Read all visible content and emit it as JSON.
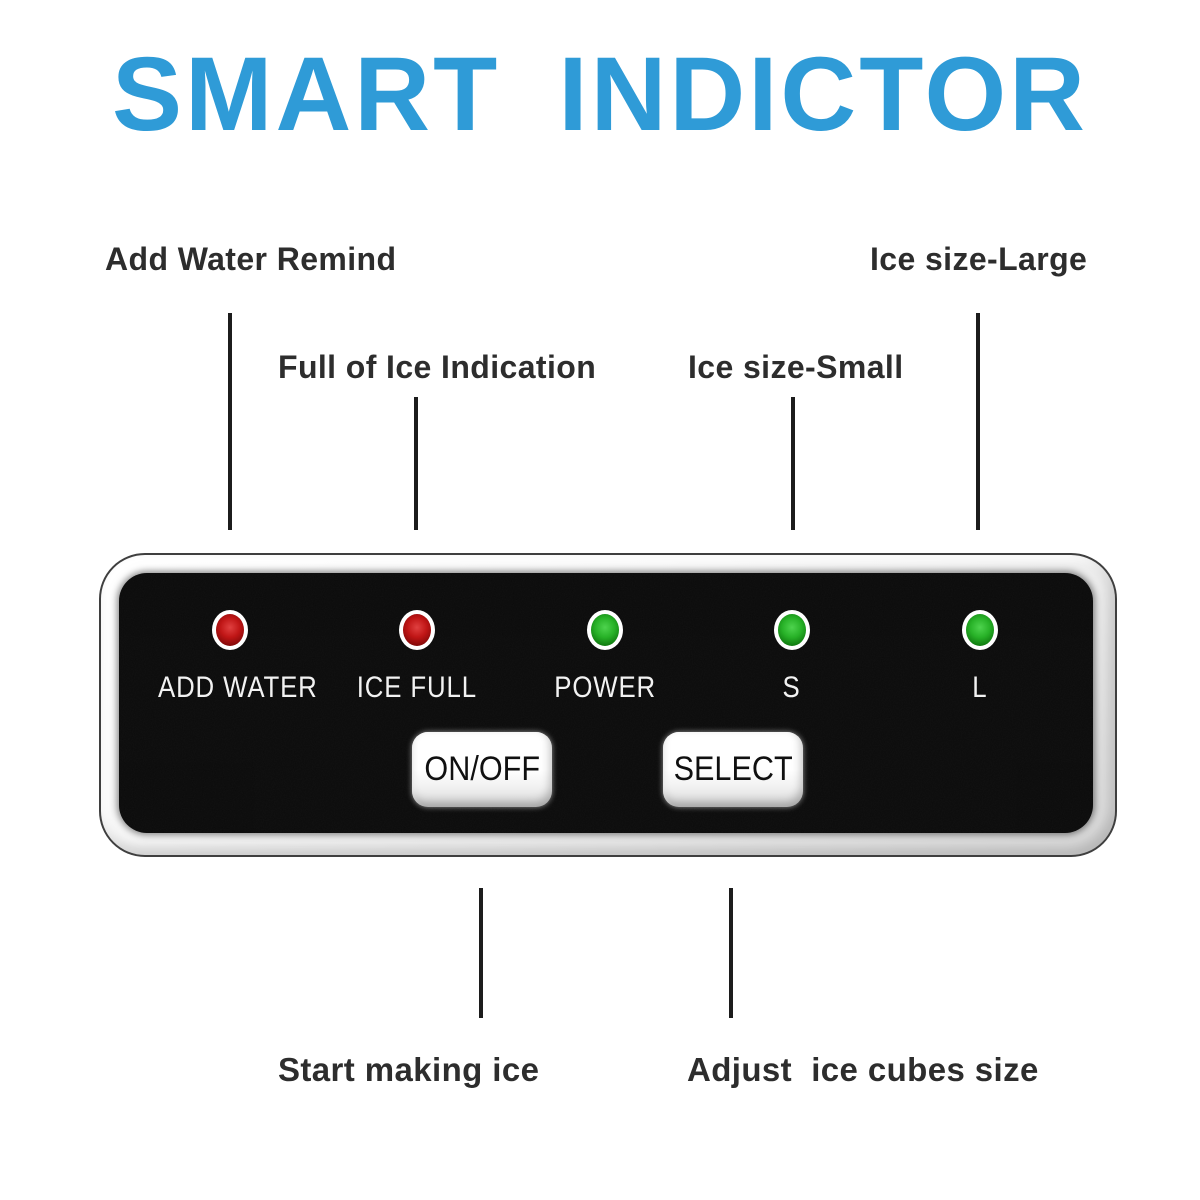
{
  "title": "SMART INDICTOR",
  "colors": {
    "title_blue": "#2F9BD7",
    "callout_text": "#2D2D2D",
    "panel_black": "#0B0B0B",
    "frame_silver": "#ECECEC",
    "led_red": "#C01616",
    "led_green": "#28B228",
    "button_face": "#FFFFFF"
  },
  "callouts": {
    "top": [
      {
        "label": "Add Water Remind"
      },
      {
        "label": "Full of Ice Indication"
      },
      {
        "label": "Ice size-Small"
      },
      {
        "label": "Ice size-Large"
      }
    ],
    "bottom": [
      {
        "label": "Start making ice"
      },
      {
        "label": "Adjust  ice cubes size"
      }
    ]
  },
  "panel": {
    "indicators": [
      {
        "id": "add-water",
        "label": "ADD WATER",
        "color": "red"
      },
      {
        "id": "ice-full",
        "label": "ICE FULL",
        "color": "red"
      },
      {
        "id": "power",
        "label": "POWER",
        "color": "green"
      },
      {
        "id": "size-small",
        "label": "S",
        "color": "green"
      },
      {
        "id": "size-large",
        "label": "L",
        "color": "green"
      }
    ],
    "buttons": [
      {
        "id": "on-off",
        "label": "ON/OFF"
      },
      {
        "id": "select",
        "label": "SELECT"
      }
    ]
  }
}
